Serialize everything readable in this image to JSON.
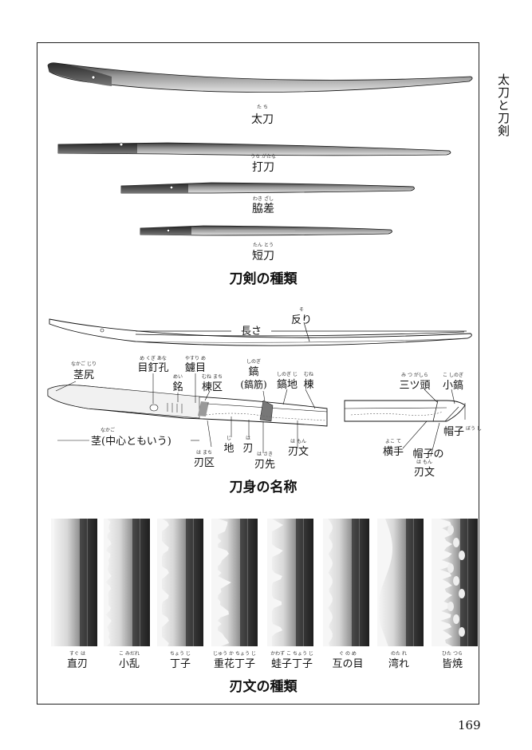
{
  "side_title": "太刀と刀剣",
  "page_number": "169",
  "sword_types": {
    "heading": "刀剣の種類",
    "items": [
      {
        "name": "太刀",
        "ruby": "た ち"
      },
      {
        "name": "打刀",
        "ruby": "うち がたな"
      },
      {
        "name": "脇差",
        "ruby": "わき ざし"
      },
      {
        "name": "短刀",
        "ruby": "たん とう"
      }
    ]
  },
  "blade_parts": {
    "heading": "刀身の名称",
    "sori": {
      "label": "反り",
      "ruby": "そ"
    },
    "nagasa": {
      "label": "長さ"
    },
    "nakagojiri": {
      "label": "茎尻",
      "ruby": "なかご じり"
    },
    "mekugiana": {
      "label": "目釘孔",
      "ruby": "め くぎ あな"
    },
    "yasurime": {
      "label": "鑢目",
      "ruby": "やすり め"
    },
    "mei": {
      "label": "銘",
      "ruby": "めい"
    },
    "munemachi": {
      "label": "棟区",
      "ruby": "むね まち"
    },
    "shinogi": {
      "label": "鎬",
      "ruby": "しのぎ"
    },
    "shinogisuji": {
      "label": "(鎬筋)"
    },
    "shinogiji": {
      "label": "鎬地",
      "ruby": "しのぎ じ"
    },
    "mune": {
      "label": "棟",
      "ruby": "むね"
    },
    "mitsukashira": {
      "label": "三ツ頭",
      "ruby": "み つ がしら"
    },
    "koshinogi": {
      "label": "小鎬",
      "ruby": "こ しのぎ"
    },
    "nakago": {
      "label": "茎(中心ともいう)",
      "ruby": "なかご"
    },
    "hamachi": {
      "label": "刃区",
      "ruby": "は まち"
    },
    "ji": {
      "label": "地",
      "ruby": "じ"
    },
    "ha": {
      "label": "刃",
      "ruby": "は"
    },
    "kissaki": {
      "label": "刃先",
      "ruby": "は さき"
    },
    "hamon": {
      "label": "刃文",
      "ruby": "は もん"
    },
    "boshi": {
      "label": "帽子",
      "ruby": "ぼう し"
    },
    "yokote": {
      "label": "横手",
      "ruby": "よこ て"
    },
    "boshi_no_hamon": {
      "label1": "帽子の",
      "label2": "刃文",
      "ruby": "は もん"
    }
  },
  "hamon_types": {
    "heading": "刃文の種類",
    "items": [
      {
        "name": "直刃",
        "ruby": "すぐ は"
      },
      {
        "name": "小乱",
        "ruby": "こ みだれ"
      },
      {
        "name": "丁子",
        "ruby": "ちょう じ"
      },
      {
        "name": "重花丁子",
        "ruby": "じゅう か ちょう じ"
      },
      {
        "name": "蛙子丁子",
        "ruby": "かわず こ ちょう じ"
      },
      {
        "name": "互の目",
        "ruby": "ぐ の め"
      },
      {
        "name": "湾れ",
        "ruby": "のた れ"
      },
      {
        "name": "皆焼",
        "ruby": "ひた つら"
      }
    ]
  }
}
